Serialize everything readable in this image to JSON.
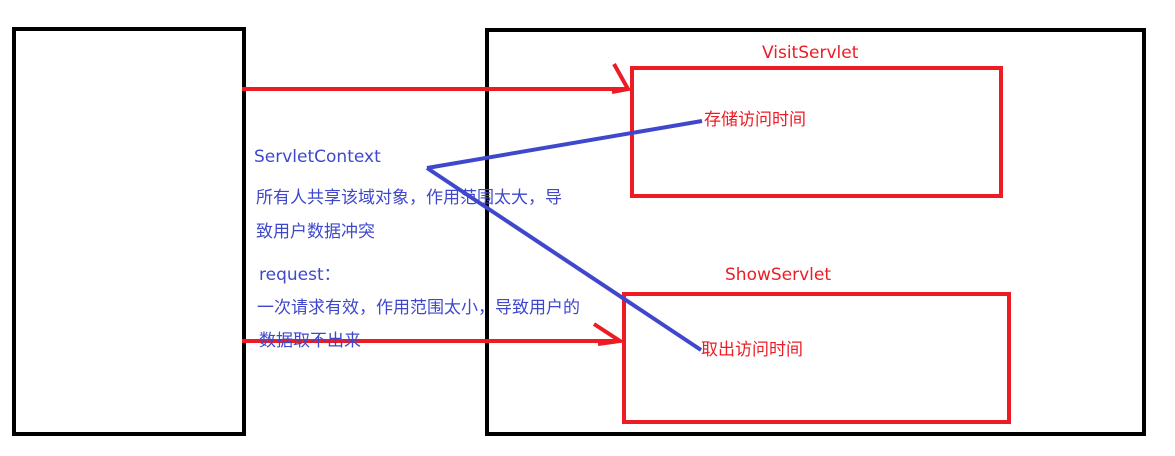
{
  "client": {},
  "server": {
    "visit_servlet": {
      "title": "VisitServlet",
      "note": "存储访问时间"
    },
    "show_servlet": {
      "title": "ShowServlet",
      "note": "取出访问时间"
    }
  },
  "annotations": {
    "servlet_context": {
      "title": "ServletContext",
      "line1": "所有人共享该域对象，作用范围太大，导",
      "line2": "致用户数据冲突"
    },
    "request": {
      "title": "request：",
      "line1": "一次请求有效，作用范围太小，导致用户的",
      "line2": "数据取不出来"
    }
  },
  "colors": {
    "box_border": "#000000",
    "servlet_border": "#ed1c24",
    "arrow": "#ed1c24",
    "scope_line": "#3f48cc"
  }
}
